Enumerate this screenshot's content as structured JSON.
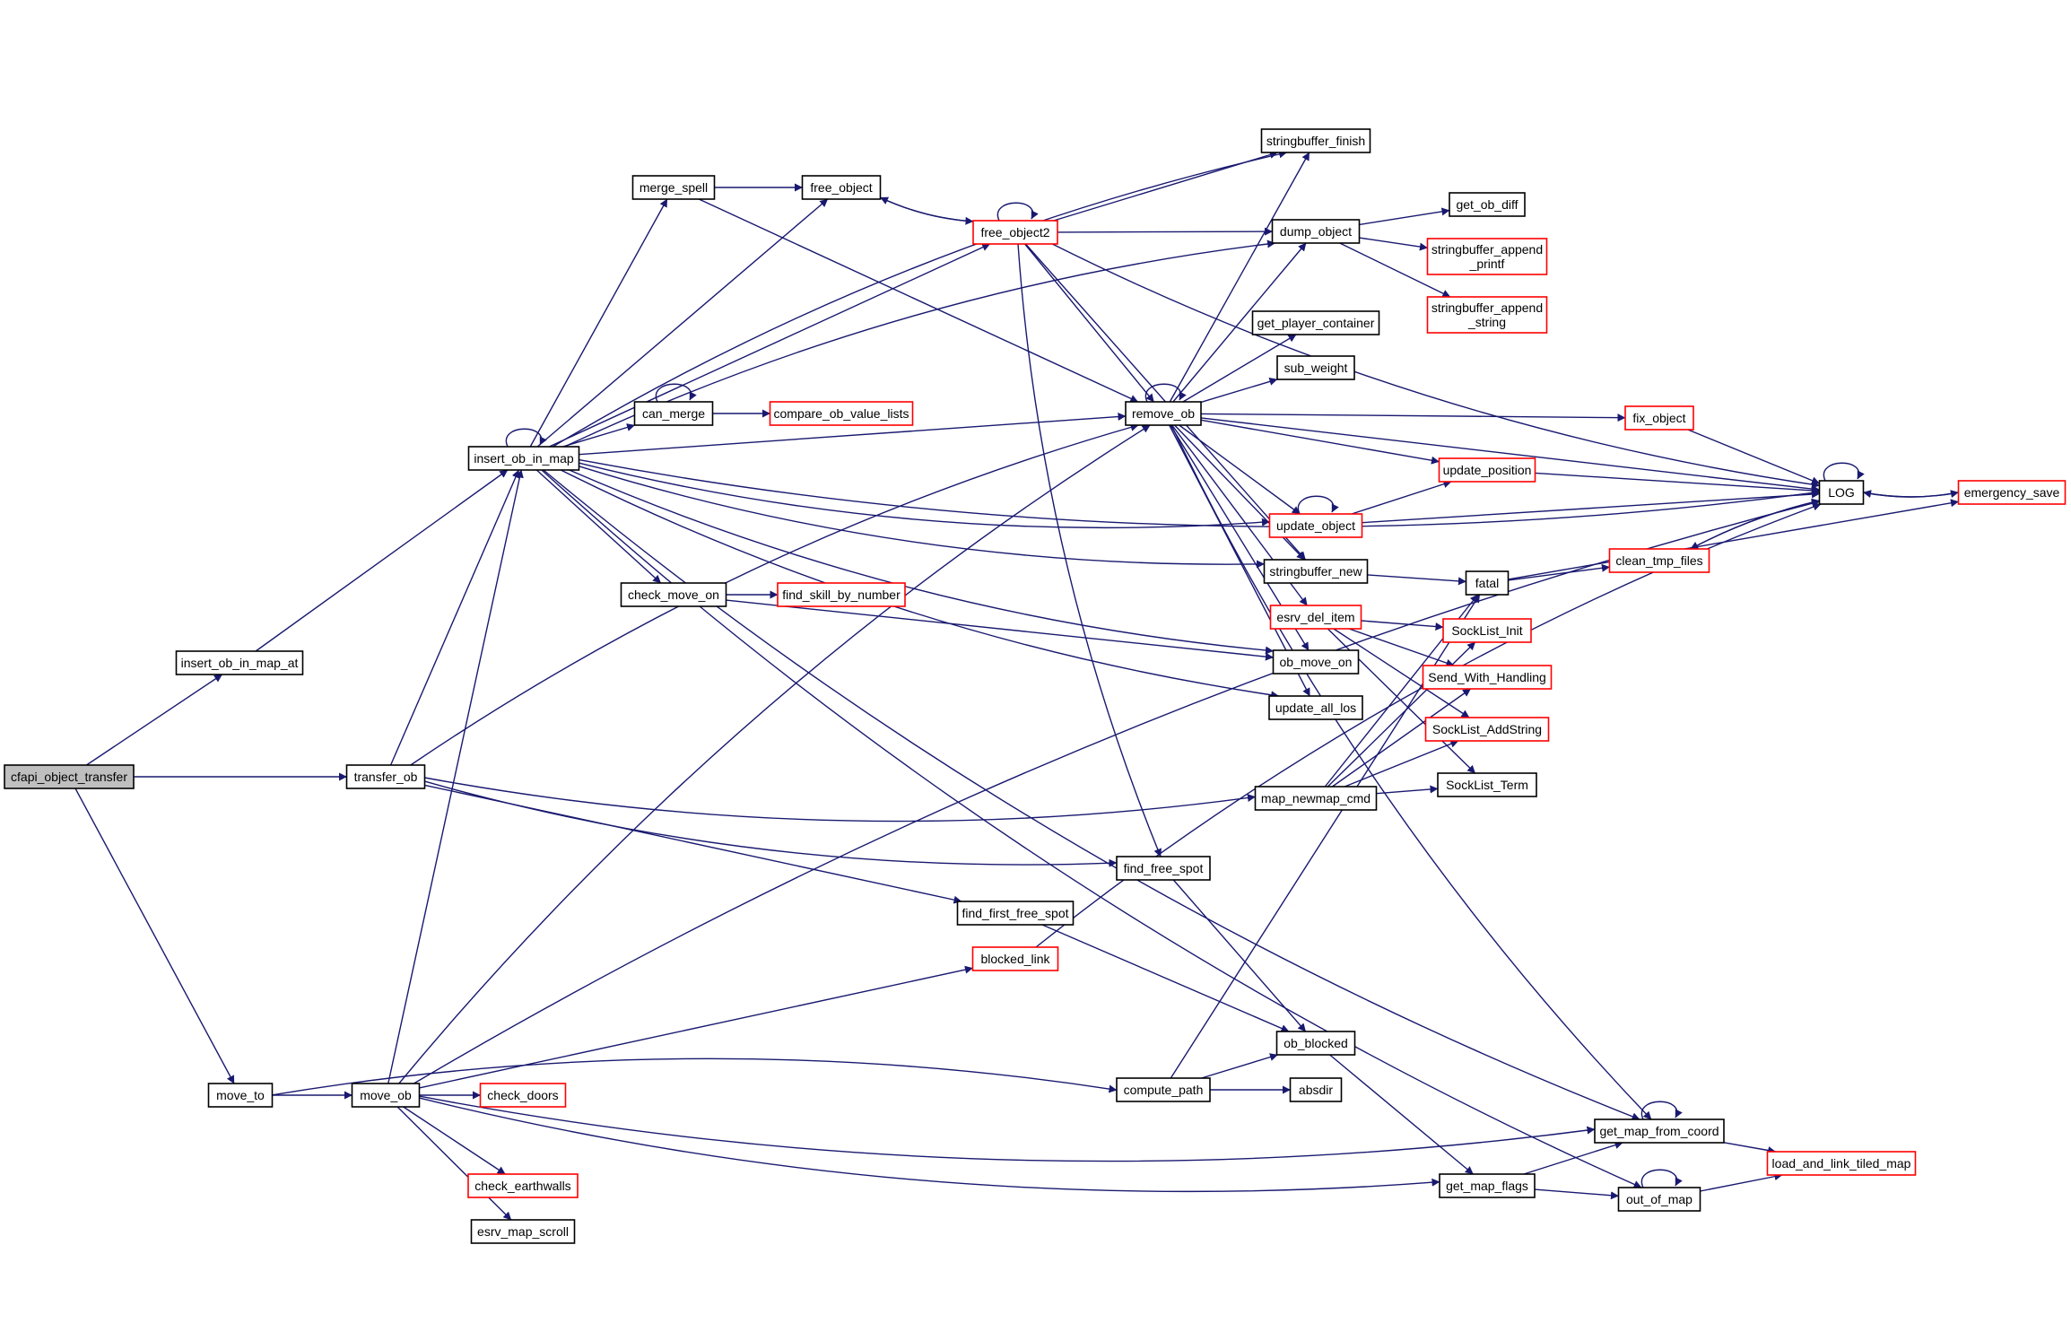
{
  "title": "Call graph of cfapi_object_transfer",
  "colors": {
    "edge": "#191970",
    "node_border_normal": "#000000",
    "node_border_truncated": "#ff0000",
    "node_fill_normal": "#ffffff",
    "node_fill_root": "#bfbfbf",
    "background": "#ffffff"
  },
  "root": "cfapi_object_transfer",
  "nodes": [
    {
      "id": "cfapi_object_transfer",
      "label": "cfapi_object_transfer",
      "kind": "root"
    },
    {
      "id": "insert_ob_in_map_at",
      "label": "insert_ob_in_map_at",
      "kind": "normal"
    },
    {
      "id": "insert_ob_in_map",
      "label": "insert_ob_in_map",
      "kind": "normal"
    },
    {
      "id": "transfer_ob",
      "label": "transfer_ob",
      "kind": "normal"
    },
    {
      "id": "move_to",
      "label": "move_to",
      "kind": "normal"
    },
    {
      "id": "move_ob",
      "label": "move_ob",
      "kind": "normal"
    },
    {
      "id": "merge_spell",
      "label": "merge_spell",
      "kind": "normal"
    },
    {
      "id": "free_object",
      "label": "free_object",
      "kind": "normal"
    },
    {
      "id": "free_object2",
      "label": "free_object2",
      "kind": "truncated"
    },
    {
      "id": "can_merge",
      "label": "can_merge",
      "kind": "normal"
    },
    {
      "id": "compare_ob_value_lists",
      "label": "compare_ob_value_lists",
      "kind": "truncated"
    },
    {
      "id": "check_move_on",
      "label": "check_move_on",
      "kind": "normal"
    },
    {
      "id": "find_skill_by_number",
      "label": "find_skill_by_number",
      "kind": "truncated"
    },
    {
      "id": "stringbuffer_finish",
      "label": "stringbuffer_finish",
      "kind": "normal"
    },
    {
      "id": "dump_object",
      "label": "dump_object",
      "kind": "normal"
    },
    {
      "id": "get_ob_diff",
      "label": "get_ob_diff",
      "kind": "normal"
    },
    {
      "id": "stringbuffer_append_printf",
      "label": "stringbuffer_append\n_printf",
      "kind": "truncated"
    },
    {
      "id": "stringbuffer_append_string",
      "label": "stringbuffer_append\n_string",
      "kind": "truncated"
    },
    {
      "id": "get_player_container",
      "label": "get_player_container",
      "kind": "normal"
    },
    {
      "id": "sub_weight",
      "label": "sub_weight",
      "kind": "normal"
    },
    {
      "id": "remove_ob",
      "label": "remove_ob",
      "kind": "normal"
    },
    {
      "id": "fix_object",
      "label": "fix_object",
      "kind": "truncated"
    },
    {
      "id": "update_position",
      "label": "update_position",
      "kind": "truncated"
    },
    {
      "id": "LOG",
      "label": "LOG",
      "kind": "normal"
    },
    {
      "id": "emergency_save",
      "label": "emergency_save",
      "kind": "truncated"
    },
    {
      "id": "update_object",
      "label": "update_object",
      "kind": "truncated"
    },
    {
      "id": "stringbuffer_new",
      "label": "stringbuffer_new",
      "kind": "normal"
    },
    {
      "id": "fatal",
      "label": "fatal",
      "kind": "normal"
    },
    {
      "id": "clean_tmp_files",
      "label": "clean_tmp_files",
      "kind": "truncated"
    },
    {
      "id": "esrv_del_item",
      "label": "esrv_del_item",
      "kind": "truncated"
    },
    {
      "id": "SockList_Init",
      "label": "SockList_Init",
      "kind": "truncated"
    },
    {
      "id": "ob_move_on",
      "label": "ob_move_on",
      "kind": "normal"
    },
    {
      "id": "Send_With_Handling",
      "label": "Send_With_Handling",
      "kind": "truncated"
    },
    {
      "id": "update_all_los",
      "label": "update_all_los",
      "kind": "normal"
    },
    {
      "id": "SockList_AddString",
      "label": "SockList_AddString",
      "kind": "truncated"
    },
    {
      "id": "SockList_Term",
      "label": "SockList_Term",
      "kind": "normal"
    },
    {
      "id": "map_newmap_cmd",
      "label": "map_newmap_cmd",
      "kind": "normal"
    },
    {
      "id": "find_free_spot",
      "label": "find_free_spot",
      "kind": "normal"
    },
    {
      "id": "find_first_free_spot",
      "label": "find_first_free_spot",
      "kind": "normal"
    },
    {
      "id": "blocked_link",
      "label": "blocked_link",
      "kind": "truncated"
    },
    {
      "id": "ob_blocked",
      "label": "ob_blocked",
      "kind": "normal"
    },
    {
      "id": "compute_path",
      "label": "compute_path",
      "kind": "normal"
    },
    {
      "id": "absdir",
      "label": "absdir",
      "kind": "normal"
    },
    {
      "id": "check_doors",
      "label": "check_doors",
      "kind": "truncated"
    },
    {
      "id": "get_map_from_coord",
      "label": "get_map_from_coord",
      "kind": "normal"
    },
    {
      "id": "load_and_link_tiled_map",
      "label": "load_and_link_tiled_map",
      "kind": "truncated"
    },
    {
      "id": "check_earthwalls",
      "label": "check_earthwalls",
      "kind": "truncated"
    },
    {
      "id": "get_map_flags",
      "label": "get_map_flags",
      "kind": "normal"
    },
    {
      "id": "out_of_map",
      "label": "out_of_map",
      "kind": "normal"
    },
    {
      "id": "esrv_map_scroll",
      "label": "esrv_map_scroll",
      "kind": "normal"
    }
  ],
  "edges": [
    [
      "cfapi_object_transfer",
      "insert_ob_in_map_at"
    ],
    [
      "cfapi_object_transfer",
      "transfer_ob"
    ],
    [
      "cfapi_object_transfer",
      "move_to"
    ],
    [
      "insert_ob_in_map_at",
      "insert_ob_in_map"
    ],
    [
      "transfer_ob",
      "insert_ob_in_map"
    ],
    [
      "transfer_ob",
      "remove_ob"
    ],
    [
      "transfer_ob",
      "map_newmap_cmd"
    ],
    [
      "transfer_ob",
      "find_free_spot"
    ],
    [
      "transfer_ob",
      "find_first_free_spot"
    ],
    [
      "move_to",
      "move_ob"
    ],
    [
      "move_to",
      "compute_path"
    ],
    [
      "move_ob",
      "insert_ob_in_map"
    ],
    [
      "move_ob",
      "remove_ob"
    ],
    [
      "move_ob",
      "check_doors"
    ],
    [
      "move_ob",
      "check_earthwalls"
    ],
    [
      "move_ob",
      "esrv_map_scroll"
    ],
    [
      "move_ob",
      "blocked_link"
    ],
    [
      "move_ob",
      "LOG"
    ],
    [
      "move_ob",
      "get_map_from_coord"
    ],
    [
      "move_ob",
      "get_map_flags"
    ],
    [
      "insert_ob_in_map",
      "insert_ob_in_map"
    ],
    [
      "insert_ob_in_map",
      "merge_spell"
    ],
    [
      "insert_ob_in_map",
      "can_merge"
    ],
    [
      "insert_ob_in_map",
      "check_move_on"
    ],
    [
      "insert_ob_in_map",
      "free_object"
    ],
    [
      "insert_ob_in_map",
      "free_object2"
    ],
    [
      "insert_ob_in_map",
      "dump_object"
    ],
    [
      "insert_ob_in_map",
      "stringbuffer_finish"
    ],
    [
      "insert_ob_in_map",
      "stringbuffer_new"
    ],
    [
      "insert_ob_in_map",
      "remove_ob"
    ],
    [
      "insert_ob_in_map",
      "update_object"
    ],
    [
      "insert_ob_in_map",
      "LOG"
    ],
    [
      "insert_ob_in_map",
      "ob_move_on"
    ],
    [
      "insert_ob_in_map",
      "update_all_los"
    ],
    [
      "insert_ob_in_map",
      "get_map_from_coord"
    ],
    [
      "insert_ob_in_map",
      "out_of_map"
    ],
    [
      "merge_spell",
      "free_object"
    ],
    [
      "merge_spell",
      "remove_ob"
    ],
    [
      "free_object",
      "free_object2"
    ],
    [
      "free_object2",
      "free_object"
    ],
    [
      "free_object2",
      "free_object2"
    ],
    [
      "free_object2",
      "dump_object"
    ],
    [
      "free_object2",
      "stringbuffer_finish"
    ],
    [
      "free_object2",
      "LOG"
    ],
    [
      "free_object2",
      "remove_ob"
    ],
    [
      "free_object2",
      "stringbuffer_new"
    ],
    [
      "free_object2",
      "find_free_spot"
    ],
    [
      "can_merge",
      "can_merge"
    ],
    [
      "can_merge",
      "compare_ob_value_lists"
    ],
    [
      "check_move_on",
      "find_skill_by_number"
    ],
    [
      "check_move_on",
      "ob_move_on"
    ],
    [
      "remove_ob",
      "remove_ob"
    ],
    [
      "remove_ob",
      "stringbuffer_finish"
    ],
    [
      "remove_ob",
      "dump_object"
    ],
    [
      "remove_ob",
      "get_player_container"
    ],
    [
      "remove_ob",
      "sub_weight"
    ],
    [
      "remove_ob",
      "fix_object"
    ],
    [
      "remove_ob",
      "update_position"
    ],
    [
      "remove_ob",
      "update_object"
    ],
    [
      "remove_ob",
      "stringbuffer_new"
    ],
    [
      "remove_ob",
      "esrv_del_item"
    ],
    [
      "remove_ob",
      "ob_move_on"
    ],
    [
      "remove_ob",
      "update_all_los"
    ],
    [
      "remove_ob",
      "LOG"
    ],
    [
      "remove_ob",
      "get_map_from_coord"
    ],
    [
      "dump_object",
      "get_ob_diff"
    ],
    [
      "dump_object",
      "stringbuffer_append_printf"
    ],
    [
      "dump_object",
      "stringbuffer_append_string"
    ],
    [
      "update_object",
      "update_object"
    ],
    [
      "update_object",
      "update_position"
    ],
    [
      "update_object",
      "LOG"
    ],
    [
      "update_position",
      "LOG"
    ],
    [
      "fix_object",
      "LOG"
    ],
    [
      "stringbuffer_new",
      "fatal"
    ],
    [
      "fatal",
      "clean_tmp_files"
    ],
    [
      "fatal",
      "emergency_save"
    ],
    [
      "clean_tmp_files",
      "LOG"
    ],
    [
      "LOG",
      "LOG"
    ],
    [
      "LOG",
      "emergency_save"
    ],
    [
      "LOG",
      "clean_tmp_files"
    ],
    [
      "emergency_save",
      "LOG"
    ],
    [
      "esrv_del_item",
      "SockList_Init"
    ],
    [
      "esrv_del_item",
      "Send_With_Handling"
    ],
    [
      "esrv_del_item",
      "SockList_AddString"
    ],
    [
      "esrv_del_item",
      "SockList_Term"
    ],
    [
      "map_newmap_cmd",
      "SockList_Init"
    ],
    [
      "map_newmap_cmd",
      "Send_With_Handling"
    ],
    [
      "map_newmap_cmd",
      "SockList_AddString"
    ],
    [
      "map_newmap_cmd",
      "SockList_Term"
    ],
    [
      "map_newmap_cmd",
      "fatal"
    ],
    [
      "find_first_free_spot",
      "ob_blocked"
    ],
    [
      "find_free_spot",
      "ob_blocked"
    ],
    [
      "blocked_link",
      "LOG"
    ],
    [
      "compute_path",
      "ob_blocked"
    ],
    [
      "compute_path",
      "absdir"
    ],
    [
      "compute_path",
      "fatal"
    ],
    [
      "ob_blocked",
      "get_map_flags"
    ],
    [
      "get_map_flags",
      "get_map_from_coord"
    ],
    [
      "get_map_flags",
      "out_of_map"
    ],
    [
      "get_map_from_coord",
      "get_map_from_coord"
    ],
    [
      "get_map_from_coord",
      "load_and_link_tiled_map"
    ],
    [
      "out_of_map",
      "out_of_map"
    ],
    [
      "out_of_map",
      "load_and_link_tiled_map"
    ]
  ]
}
